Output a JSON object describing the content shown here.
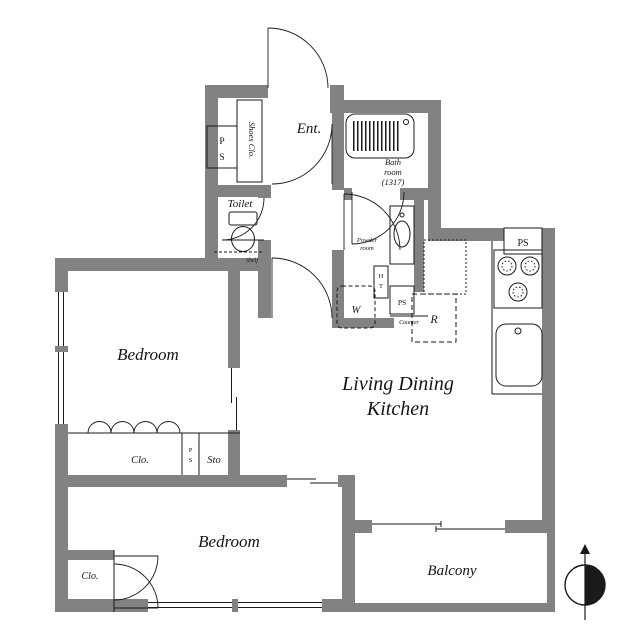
{
  "colors": {
    "wall": "#828282",
    "line": "#1a1a1a",
    "background": "#ffffff"
  },
  "labels": {
    "entry": "Ent.",
    "shoes_closet": "Shoes Clo.",
    "toilet": "Toilet",
    "shelf": "Shelf",
    "bath_1": "Bath",
    "bath_2": "room",
    "bath_3": "(1317)",
    "powder_1": "Powder",
    "powder_2": "room",
    "washer": "W",
    "water_heater_1": "H",
    "water_heater_2": "T",
    "counter": "Counter",
    "refrigerator": "R",
    "ps_entry_1": "P",
    "ps_entry_2": "S",
    "ps_closet_1": "P",
    "ps_closet_2": "S",
    "ps_utility": "PS",
    "ps_kitchen": "PS",
    "ldk_1": "Living Dining",
    "ldk_2": "Kitchen",
    "bedroom_upper": "Bedroom",
    "bedroom_lower": "Bedroom",
    "closet_upper": "Clo.",
    "storage": "Sto",
    "closet_lower": "Clo.",
    "balcony": "Balcony"
  }
}
